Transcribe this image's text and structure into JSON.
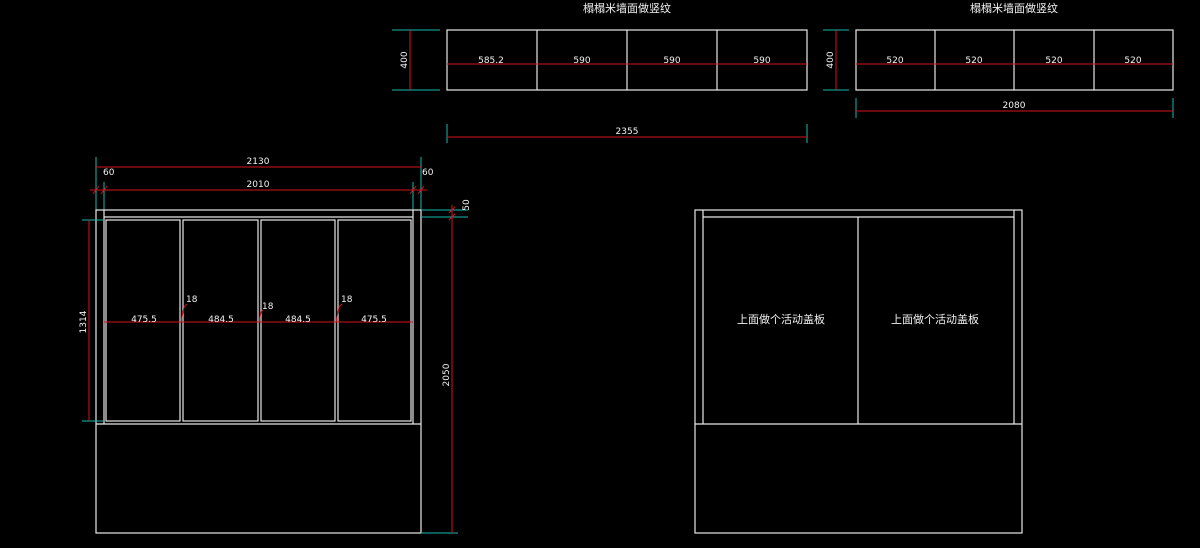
{
  "colors": {
    "background": "#000000",
    "geometry": "#e8e8e8",
    "dimension_line": "#d4141e",
    "extension_line": "#19b9b1",
    "text": "#f2f2f2"
  },
  "top_panel_1": {
    "title": "榻榻米墙面做竖纹",
    "height_dim": "400",
    "segments": [
      "585.2",
      "590",
      "590",
      "590"
    ],
    "total_dim": "2355"
  },
  "top_panel_2": {
    "title": "榻榻米墙面做竖纹",
    "height_dim": "400",
    "segments": [
      "520",
      "520",
      "520",
      "520"
    ],
    "total_dim": "2080"
  },
  "front_view": {
    "overall_width": "2130",
    "inner_width": "2010",
    "left_side": "60",
    "right_side": "60",
    "top_offset": "50",
    "door_height": "1314",
    "total_height": "2050",
    "door_widths": [
      "475.5",
      "484.5",
      "484.5",
      "475.5"
    ],
    "gap_labels": [
      "18",
      "18",
      "18"
    ]
  },
  "right_view": {
    "panel_labels": [
      "上面做个活动盖板",
      "上面做个活动盖板"
    ]
  }
}
